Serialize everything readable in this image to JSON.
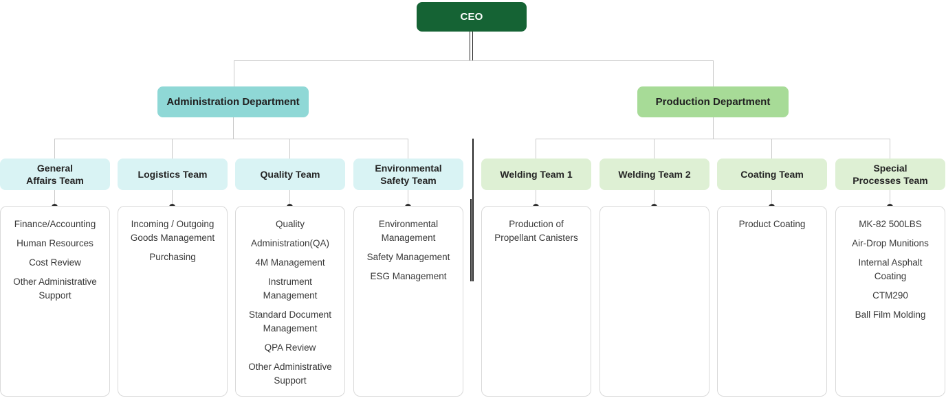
{
  "org_chart": {
    "root": {
      "label": "CEO"
    },
    "departments": [
      {
        "label": "Administration Department"
      },
      {
        "label": "Production Department"
      }
    ],
    "teams": [
      {
        "label": "General\nAffairs Team",
        "department": "Administration Department",
        "duties": [
          "Finance/Accounting",
          "Human Resources",
          "Cost Review",
          "Other Administrative Support"
        ]
      },
      {
        "label": "Logistics Team",
        "department": "Administration Department",
        "duties": [
          "Incoming / Outgoing Goods Management",
          "Purchasing"
        ]
      },
      {
        "label": "Quality Team",
        "department": "Administration Department",
        "duties": [
          "Quality",
          "Administration(QA)",
          "4M Management",
          "Instrument Management",
          "Standard Document Management",
          "QPA Review",
          "Other Administrative Support"
        ]
      },
      {
        "label": "Environmental\nSafety Team",
        "department": "Administration Department",
        "duties": [
          "Environmental Management",
          "Safety Management",
          "ESG Management"
        ]
      },
      {
        "label": "Welding Team 1",
        "department": "Production Department",
        "duties": [
          "Production of Propellant Canisters"
        ]
      },
      {
        "label": "Welding Team 2",
        "department": "Production Department",
        "duties": []
      },
      {
        "label": "Coating Team",
        "department": "Production Department",
        "duties": [
          "Product Coating"
        ]
      },
      {
        "label": "Special\nProcesses Team",
        "department": "Production Department",
        "duties": [
          "MK-82 500LBS",
          "Air-Drop Munitions",
          "Internal Asphalt Coating",
          "CTM290",
          "Ball Film Molding"
        ]
      }
    ],
    "colors": {
      "ceo_bg": "#156334",
      "ceo_text": "#ffffff",
      "admin_dept_bg": "#8fd8d6",
      "prod_dept_bg": "#a7db97",
      "admin_team_bg": "#d9f3f4",
      "prod_team_bg": "#def0d4",
      "connector": "#c9c9c9",
      "divider": "#242424",
      "card_border": "#d9d9d9",
      "dot": "#2e2e2e",
      "text": "#383838"
    }
  }
}
